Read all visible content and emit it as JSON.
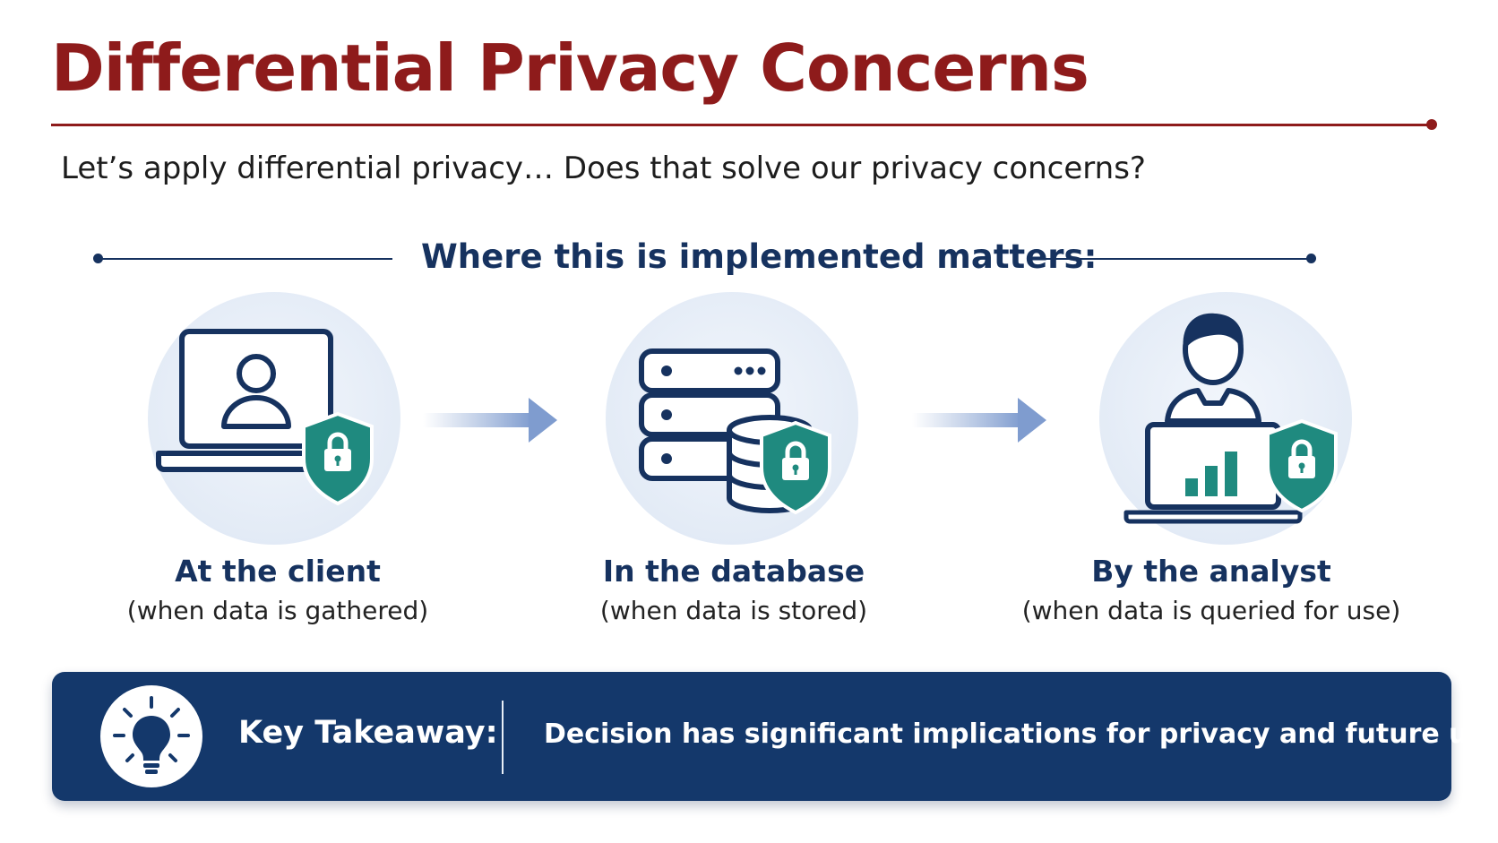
{
  "title": "Differential Privacy Concerns",
  "subtitle": "Let’s apply differential privacy… Does that solve our privacy concerns?",
  "section_heading": "Where this is implemented matters:",
  "stages": [
    {
      "label": "At the client",
      "sublabel": "(when data is gathered)",
      "icon": "laptop-user-icon"
    },
    {
      "label": "In the database",
      "sublabel": "(when data is stored)",
      "icon": "database-server-icon"
    },
    {
      "label": "By the analyst",
      "sublabel": "(when data is queried for use)",
      "icon": "analyst-laptop-chart-icon"
    }
  ],
  "takeaway": {
    "label": "Key Takeaway:",
    "text": "Decision has significant implications for privacy and future usage",
    "icon": "lightbulb-icon"
  },
  "colors": {
    "title": "#8e1b1b",
    "navy": "#16325f",
    "banner": "#14386b",
    "shield": "#1f8a7f",
    "arrow": "#8fa9d4",
    "circle": "#e3ebf6"
  }
}
